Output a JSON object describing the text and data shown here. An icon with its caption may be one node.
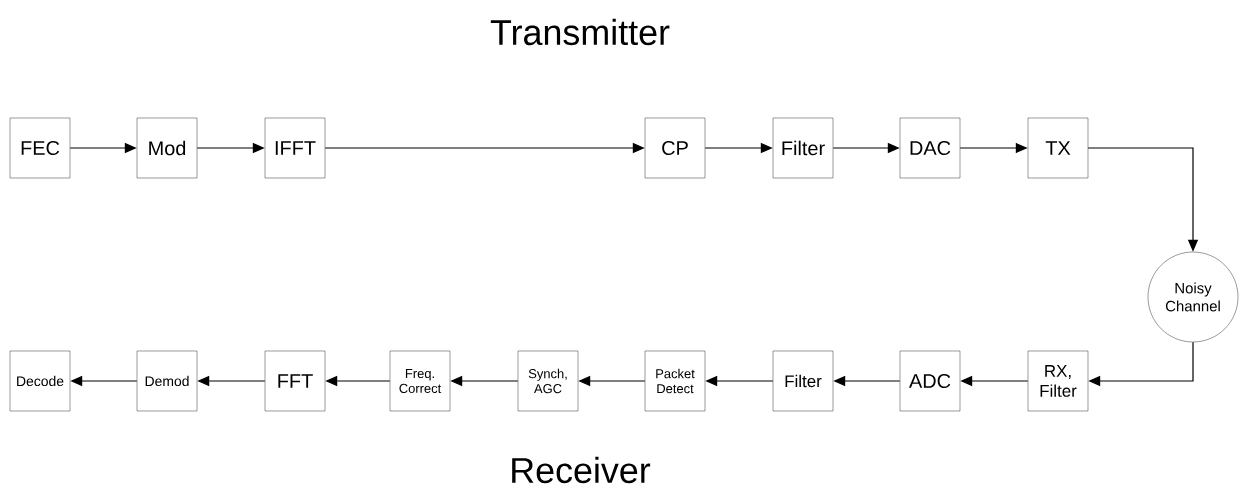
{
  "diagram": {
    "nodes": [
      {
        "text": [
          "FEC"
        ]
      },
      {
        "text": [
          "Mod"
        ]
      },
      {
        "text": [
          "IFFT"
        ]
      },
      {
        "text": [
          "CP"
        ]
      },
      {
        "text": [
          "Filter"
        ]
      },
      {
        "text": [
          "DAC"
        ]
      },
      {
        "text": [
          "TX"
        ]
      },
      {
        "text": [
          "Noisy Channel"
        ]
      },
      {
        "text": [
          "RX, Filter"
        ]
      },
      {
        "text": [
          "ADC"
        ]
      },
      {
        "text": [
          "Filter"
        ]
      },
      {
        "text": [
          "Packet Detect"
        ]
      },
      {
        "text": [
          "Synch, AGC"
        ]
      },
      {
        "text": [
          "Freq. Correct"
        ]
      },
      {
        "text": [
          "FFT"
        ]
      },
      {
        "text": [
          "Demod"
        ]
      },
      {
        "text": [
          "Decode"
        ]
      }
    ],
    "edges": [
      {
        "from": 0,
        "to": 1,
        "arrow": "to"
      },
      {
        "from": 1,
        "to": 2,
        "arrow": "to"
      },
      {
        "from": 2,
        "to": 3,
        "arrow": "to"
      },
      {
        "from": 3,
        "to": 4,
        "arrow": "to"
      },
      {
        "from": 4,
        "to": 5,
        "arrow": "to"
      },
      {
        "from": 5,
        "to": 6,
        "arrow": "to"
      },
      {
        "from": 6,
        "to": 7,
        "arrow": "to"
      },
      {
        "from": 7,
        "to": 8,
        "arrow": "to"
      },
      {
        "from": 8,
        "to": 9,
        "arrow": "to"
      },
      {
        "from": 9,
        "to": 10,
        "arrow": "to"
      },
      {
        "from": 10,
        "to": 11,
        "arrow": "to"
      },
      {
        "from": 11,
        "to": 12,
        "arrow": "to"
      },
      {
        "from": 12,
        "to": 13,
        "arrow": "to"
      },
      {
        "from": 13,
        "to": 14,
        "arrow": "to"
      },
      {
        "from": 14,
        "to": 15,
        "arrow": "to"
      },
      {
        "from": 15,
        "to": 16,
        "arrow": "to"
      }
    ],
    "labels": [
      "Transmitter",
      "Receiver"
    ]
  }
}
